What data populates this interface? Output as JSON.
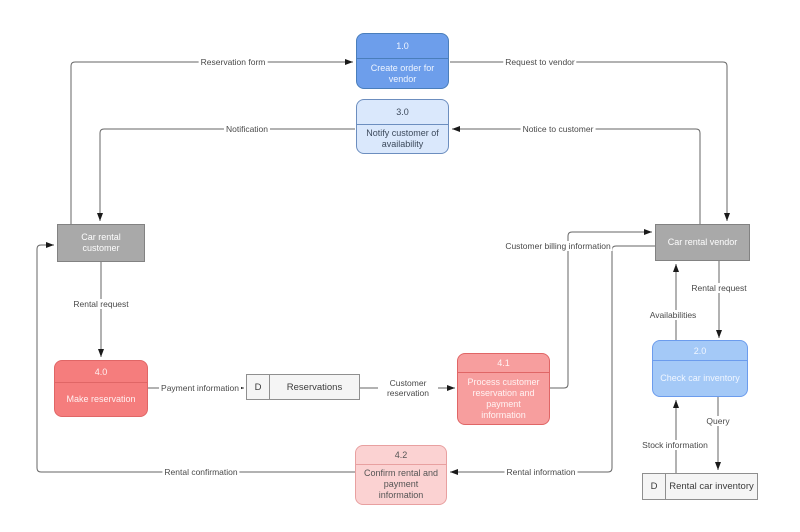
{
  "colors": {
    "process_blue": "#6d9eeb",
    "process_blue_border": "#4a7ebb",
    "process_light_blue": "#dae8fc",
    "process_light_blue_border": "#6c8ebf",
    "process_mid_blue": "#a4c9f7",
    "process_mid_blue_border": "#6c9ced",
    "process_red": "#f57d7d",
    "process_red_border": "#e06666",
    "process_pink": "#f79e9e",
    "process_pink_border": "#e06666",
    "process_light_pink": "#fbd2d2",
    "process_light_pink_border": "#e8a0a0",
    "entity_gray": "#a9a9a9",
    "entity_gray_border": "#828282",
    "store_fill": "#f5f5f5",
    "store_border": "#8f8f8f",
    "line": "#666666",
    "arrow": "#1a1a1a",
    "label_text": "#4a4a4a"
  },
  "processes": {
    "create_order": {
      "number": "1.0",
      "label": "Create order for vendor"
    },
    "notify_customer": {
      "number": "3.0",
      "label": "Notify customer of availability"
    },
    "check_inventory": {
      "number": "2.0",
      "label": "Check car inventory"
    },
    "make_reservation": {
      "number": "4.0",
      "label": "Make reservation"
    },
    "process_reservation": {
      "number": "4.1",
      "label": "Process customer reservation and payment information"
    },
    "confirm_rental": {
      "number": "4.2",
      "label": "Confirm rental and payment information"
    }
  },
  "entities": {
    "customer": {
      "label": "Car rental customer"
    },
    "vendor": {
      "label": "Car rental vendor"
    }
  },
  "data_stores": {
    "reservations": {
      "prefix": "D",
      "label": "Reservations"
    },
    "inventory": {
      "prefix": "D",
      "label": "Rental car inventory"
    }
  },
  "flows": {
    "reservation_form": "Reservation form",
    "request_to_vendor": "Request to vendor",
    "notification": "Notification",
    "notice_to_customer": "Notice to customer",
    "customer_billing": "Customer billing information",
    "rental_request_customer": "Rental request",
    "rental_request_vendor": "Rental request",
    "availabilities": "Availabilities",
    "payment_information": "Payment information",
    "customer_reservation": "Customer reservation",
    "query": "Query",
    "stock_information": "Stock information",
    "rental_confirmation": "Rental confirmation",
    "rental_information": "Rental information"
  }
}
